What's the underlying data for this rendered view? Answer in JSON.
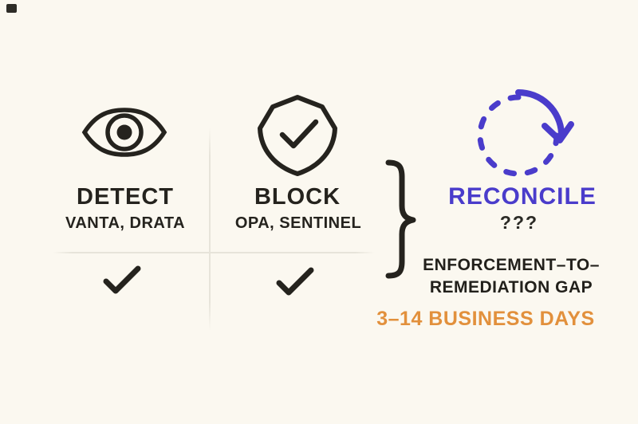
{
  "colors": {
    "bg": "#fbf8f0",
    "ink": "#25231e",
    "purple": "#4a3ccb",
    "orange": "#e2903c",
    "divider": "#e7e4da"
  },
  "columns": [
    {
      "title": "DETECT",
      "tools": "VANTA, DRATA",
      "icon": "eye-icon",
      "status": "checked"
    },
    {
      "title": "BLOCK",
      "tools": "OPA, SENTINEL",
      "icon": "shield-check-icon",
      "status": "checked"
    },
    {
      "title": "RECONCILE",
      "tools": "???",
      "icon": "cycle-arrow-icon",
      "status": "unknown"
    }
  ],
  "gap_annotation": {
    "line1": "ENFORCEMENT–TO–",
    "line2": "REMEDIATION GAP",
    "highlight": "3–14 BUSINESS DAYS"
  }
}
